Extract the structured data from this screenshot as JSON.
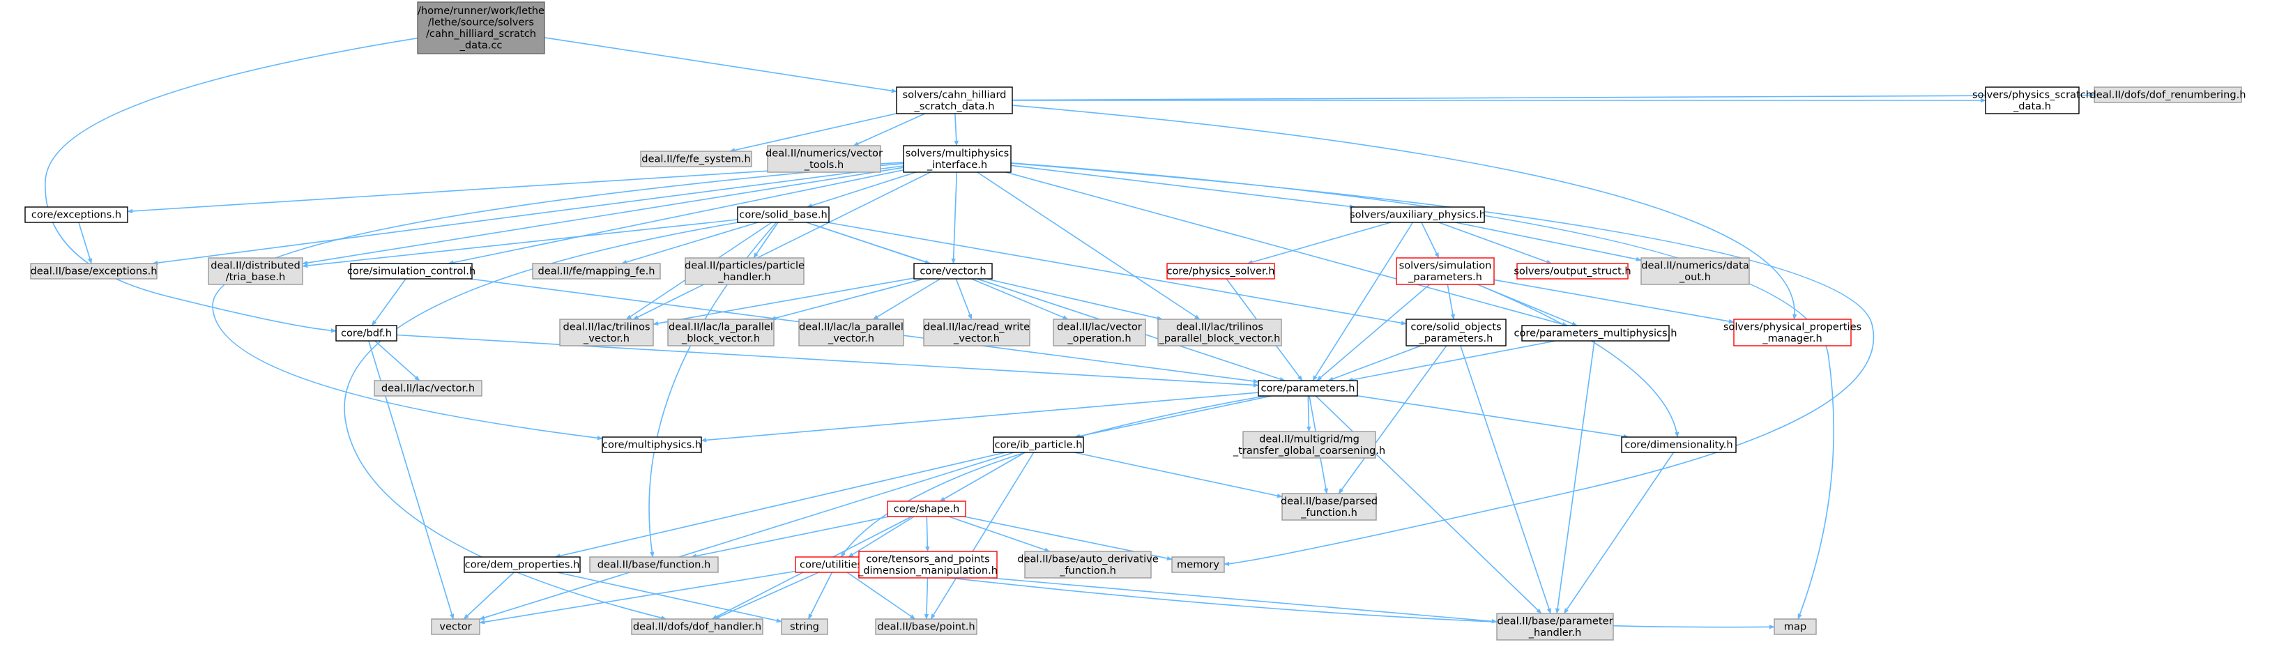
{
  "colors": {
    "edge": "#63b8ff",
    "root_fill": "#999999",
    "root_border": "#666666",
    "plain_fill": "#ffffff",
    "plain_border": "#000000",
    "system_fill": "#e0e0e0",
    "system_border": "#999999",
    "truncated_border": "#ff0000"
  },
  "nodes": [
    {
      "id": "root",
      "kind": "root",
      "lines": [
        "/home/runner/work/lethe",
        "/lethe/source/solvers",
        "/cahn_hilliard_scratch",
        "_data.cc"
      ]
    },
    {
      "id": "chsd",
      "kind": "plain",
      "lines": [
        "solvers/cahn_hilliard",
        "_scratch_data.h"
      ]
    },
    {
      "id": "fesys",
      "kind": "system",
      "lines": [
        "deal.II/fe/fe_system.h"
      ]
    },
    {
      "id": "numvec",
      "kind": "system",
      "lines": [
        "deal.II/numerics/vector",
        "_tools.h"
      ]
    },
    {
      "id": "mpi",
      "kind": "plain",
      "lines": [
        "solvers/multiphysics",
        "_interface.h"
      ]
    },
    {
      "id": "physscratch",
      "kind": "plain",
      "lines": [
        "solvers/physics_scratch",
        "_data.h"
      ]
    },
    {
      "id": "dofrenum",
      "kind": "system",
      "lines": [
        "deal.II/dofs/dof_renumbering.h"
      ]
    },
    {
      "id": "exceptions",
      "kind": "plain",
      "lines": [
        "core/exceptions.h"
      ]
    },
    {
      "id": "baseexc",
      "kind": "system",
      "lines": [
        "deal.II/base/exceptions.h"
      ]
    },
    {
      "id": "solidbase",
      "kind": "plain",
      "lines": [
        "core/solid_base.h"
      ]
    },
    {
      "id": "distria",
      "kind": "system",
      "lines": [
        "deal.II/distributed",
        "/tria_base.h"
      ]
    },
    {
      "id": "simctrl",
      "kind": "plain",
      "lines": [
        "core/simulation_control.h"
      ]
    },
    {
      "id": "mapfe",
      "kind": "system",
      "lines": [
        "deal.II/fe/mapping_fe.h"
      ]
    },
    {
      "id": "particlehandler",
      "kind": "system",
      "lines": [
        "deal.II/particles/particle",
        "_handler.h"
      ]
    },
    {
      "id": "vectorh",
      "kind": "plain",
      "lines": [
        "core/vector.h"
      ]
    },
    {
      "id": "auxphys",
      "kind": "plain",
      "lines": [
        "solvers/auxiliary_physics.h"
      ]
    },
    {
      "id": "physsolver",
      "kind": "truncated",
      "lines": [
        "core/physics_solver.h"
      ]
    },
    {
      "id": "simparams",
      "kind": "truncated",
      "lines": [
        "solvers/simulation",
        "_parameters.h"
      ]
    },
    {
      "id": "outstruct",
      "kind": "truncated",
      "lines": [
        "solvers/output_struct.h"
      ]
    },
    {
      "id": "dataout",
      "kind": "system",
      "lines": [
        "deal.II/numerics/data",
        "_out.h"
      ]
    },
    {
      "id": "bdf",
      "kind": "plain",
      "lines": [
        "core/bdf.h"
      ]
    },
    {
      "id": "lacvector",
      "kind": "system",
      "lines": [
        "deal.II/lac/vector.h"
      ]
    },
    {
      "id": "trilvec",
      "kind": "system",
      "lines": [
        "deal.II/lac/trilinos",
        "_vector.h"
      ]
    },
    {
      "id": "laparblock",
      "kind": "system",
      "lines": [
        "deal.II/lac/la_parallel",
        "_block_vector.h"
      ]
    },
    {
      "id": "laparvec",
      "kind": "system",
      "lines": [
        "deal.II/lac/la_parallel",
        "_vector.h"
      ]
    },
    {
      "id": "readwrite",
      "kind": "system",
      "lines": [
        "deal.II/lac/read_write",
        "_vector.h"
      ]
    },
    {
      "id": "vecop",
      "kind": "system",
      "lines": [
        "deal.II/lac/vector",
        "_operation.h"
      ]
    },
    {
      "id": "trilparblock",
      "kind": "system",
      "lines": [
        "deal.II/lac/trilinos",
        "_parallel_block_vector.h"
      ]
    },
    {
      "id": "solidobj",
      "kind": "plain",
      "lines": [
        "core/solid_objects",
        "_parameters.h"
      ]
    },
    {
      "id": "parammulti",
      "kind": "plain",
      "lines": [
        "core/parameters_multiphysics.h"
      ]
    },
    {
      "id": "physprops",
      "kind": "truncated",
      "lines": [
        "solvers/physical_properties",
        "_manager.h"
      ]
    },
    {
      "id": "params",
      "kind": "plain",
      "lines": [
        "core/parameters.h"
      ]
    },
    {
      "id": "multiphysics",
      "kind": "plain",
      "lines": [
        "core/multiphysics.h"
      ]
    },
    {
      "id": "ibparticle",
      "kind": "plain",
      "lines": [
        "core/ib_particle.h"
      ]
    },
    {
      "id": "mgtransfer",
      "kind": "system",
      "lines": [
        "deal.II/multigrid/mg",
        "_transfer_global_coarsening.h"
      ]
    },
    {
      "id": "dimensionality",
      "kind": "plain",
      "lines": [
        "core/dimensionality.h"
      ]
    },
    {
      "id": "parsedfunc",
      "kind": "system",
      "lines": [
        "deal.II/base/parsed",
        "_function.h"
      ]
    },
    {
      "id": "shape",
      "kind": "truncated",
      "lines": [
        "core/shape.h"
      ]
    },
    {
      "id": "demprops",
      "kind": "plain",
      "lines": [
        "core/dem_properties.h"
      ]
    },
    {
      "id": "basefunc",
      "kind": "system",
      "lines": [
        "deal.II/base/function.h"
      ]
    },
    {
      "id": "utilities",
      "kind": "truncated",
      "lines": [
        "core/utilities.h"
      ]
    },
    {
      "id": "tensors",
      "kind": "truncated",
      "lines": [
        "core/tensors_and_points",
        "_dimension_manipulation.h"
      ]
    },
    {
      "id": "autoderiv",
      "kind": "system",
      "lines": [
        "deal.II/base/auto_derivative",
        "_function.h"
      ]
    },
    {
      "id": "memory",
      "kind": "system",
      "lines": [
        "memory"
      ]
    },
    {
      "id": "vector",
      "kind": "system",
      "lines": [
        "vector"
      ]
    },
    {
      "id": "dofhandler",
      "kind": "system",
      "lines": [
        "deal.II/dofs/dof_handler.h"
      ]
    },
    {
      "id": "string",
      "kind": "system",
      "lines": [
        "string"
      ]
    },
    {
      "id": "point",
      "kind": "system",
      "lines": [
        "deal.II/base/point.h"
      ]
    },
    {
      "id": "paramhandler",
      "kind": "system",
      "lines": [
        "deal.II/base/parameter",
        "_handler.h"
      ]
    },
    {
      "id": "map",
      "kind": "system",
      "lines": [
        "map"
      ]
    }
  ],
  "edges": [
    [
      "root",
      "chsd"
    ],
    [
      "root",
      "bdf"
    ],
    [
      "chsd",
      "fesys"
    ],
    [
      "chsd",
      "numvec"
    ],
    [
      "chsd",
      "mpi"
    ],
    [
      "chsd",
      "physscratch"
    ],
    [
      "chsd",
      "dofrenum"
    ],
    [
      "chsd",
      "physprops"
    ],
    [
      "mpi",
      "exceptions"
    ],
    [
      "mpi",
      "baseexc"
    ],
    [
      "mpi",
      "solidbase"
    ],
    [
      "mpi",
      "distria"
    ],
    [
      "mpi",
      "simctrl"
    ],
    [
      "mpi",
      "vectorh"
    ],
    [
      "mpi",
      "auxphys"
    ],
    [
      "mpi",
      "parammulti"
    ],
    [
      "mpi",
      "trilvec"
    ],
    [
      "mpi",
      "trilparblock"
    ],
    [
      "mpi",
      "multiphysics"
    ],
    [
      "mpi",
      "map"
    ],
    [
      "mpi",
      "memory"
    ],
    [
      "exceptions",
      "baseexc"
    ],
    [
      "solidbase",
      "distria"
    ],
    [
      "solidbase",
      "mapfe"
    ],
    [
      "solidbase",
      "particlehandler"
    ],
    [
      "solidbase",
      "vectorh"
    ],
    [
      "solidbase",
      "trilvec"
    ],
    [
      "solidbase",
      "solidobj"
    ],
    [
      "solidbase",
      "params"
    ],
    [
      "solidbase",
      "basefunc"
    ],
    [
      "solidbase",
      "dofhandler"
    ],
    [
      "simctrl",
      "bdf"
    ],
    [
      "simctrl",
      "params"
    ],
    [
      "vectorh",
      "trilvec"
    ],
    [
      "vectorh",
      "laparblock"
    ],
    [
      "vectorh",
      "laparvec"
    ],
    [
      "vectorh",
      "readwrite"
    ],
    [
      "vectorh",
      "vecop"
    ],
    [
      "vectorh",
      "trilparblock"
    ],
    [
      "auxphys",
      "physsolver"
    ],
    [
      "auxphys",
      "simparams"
    ],
    [
      "auxphys",
      "outstruct"
    ],
    [
      "auxphys",
      "dataout"
    ],
    [
      "auxphys",
      "params"
    ],
    [
      "physsolver",
      "params"
    ],
    [
      "simparams",
      "solidobj"
    ],
    [
      "simparams",
      "parammulti"
    ],
    [
      "simparams",
      "physprops"
    ],
    [
      "simparams",
      "dimensionality"
    ],
    [
      "simparams",
      "params"
    ],
    [
      "bdf",
      "lacvector"
    ],
    [
      "bdf",
      "params"
    ],
    [
      "bdf",
      "vector"
    ],
    [
      "solidobj",
      "params"
    ],
    [
      "solidobj",
      "parsedfunc"
    ],
    [
      "solidobj",
      "paramhandler"
    ],
    [
      "parammulti",
      "params"
    ],
    [
      "parammulti",
      "paramhandler"
    ],
    [
      "params",
      "multiphysics"
    ],
    [
      "params",
      "ibparticle"
    ],
    [
      "params",
      "mgtransfer"
    ],
    [
      "params",
      "dimensionality"
    ],
    [
      "params",
      "parsedfunc"
    ],
    [
      "params",
      "utilities"
    ],
    [
      "params",
      "paramhandler"
    ],
    [
      "ibparticle",
      "shape"
    ],
    [
      "ibparticle",
      "demprops"
    ],
    [
      "ibparticle",
      "parsedfunc"
    ],
    [
      "ibparticle",
      "vector"
    ],
    [
      "ibparticle",
      "point"
    ],
    [
      "dimensionality",
      "paramhandler"
    ],
    [
      "shape",
      "utilities"
    ],
    [
      "shape",
      "tensors"
    ],
    [
      "shape",
      "autoderiv"
    ],
    [
      "shape",
      "memory"
    ],
    [
      "shape",
      "basefunc"
    ],
    [
      "shape",
      "dofhandler"
    ],
    [
      "demprops",
      "vector"
    ],
    [
      "demprops",
      "string"
    ],
    [
      "utilities",
      "vector"
    ],
    [
      "utilities",
      "dofhandler"
    ],
    [
      "utilities",
      "string"
    ],
    [
      "utilities",
      "point"
    ],
    [
      "utilities",
      "paramhandler"
    ],
    [
      "utilities",
      "map"
    ],
    [
      "tensors",
      "point"
    ]
  ]
}
